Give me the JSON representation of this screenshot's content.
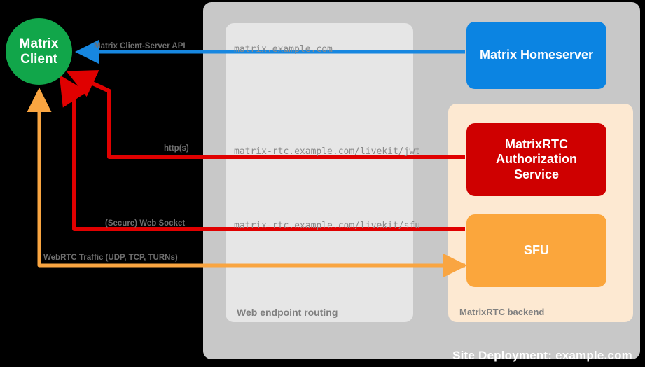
{
  "diagram": {
    "title": "Site Deployment: example.com",
    "colors": {
      "background": "#000000",
      "site_container": "#c8c8c8",
      "routing_container": "#e6e6e6",
      "backend_container": "#fde9d2",
      "client": "#11a64a",
      "homeserver": "#0b84e2",
      "auth_service": "#cf0000",
      "sfu": "#fba63c",
      "edge_blue": "#1787e0",
      "edge_red": "#e00000",
      "edge_orange": "#f9a541",
      "label_gray": "#6e6e6e"
    }
  },
  "containers": {
    "site": {
      "label": "Site Deployment: example.com"
    },
    "routing": {
      "label": "Web endpoint routing"
    },
    "backend": {
      "label": "MatrixRTC backend"
    }
  },
  "nodes": {
    "client": {
      "line1": "Matrix",
      "line2": "Client"
    },
    "homeserver": {
      "label": "Matrix Homeserver"
    },
    "auth_service": {
      "line1": "MatrixRTC",
      "line2": "Authorization",
      "line3": "Service"
    },
    "sfu": {
      "label": "SFU"
    }
  },
  "edges": [
    {
      "id": "cs-api",
      "protocol_label": "Matrix Client-Server API",
      "endpoint": "matrix.example.com",
      "color": "#1787e0",
      "from": "homeserver",
      "to": "client"
    },
    {
      "id": "jwt",
      "protocol_label": "http(s)",
      "endpoint": "matrix-rtc.example.com/livekit/jwt",
      "color": "#e00000",
      "from": "auth_service",
      "to": "client"
    },
    {
      "id": "websocket",
      "protocol_label": "(Secure) Web Socket",
      "endpoint": "matrix-rtc.example.com/livekit/sfu",
      "color": "#e00000",
      "from": "sfu",
      "to": "client"
    },
    {
      "id": "webrtc",
      "protocol_label": "WebRTC Traffic (UDP, TCP, TURNs)",
      "endpoint": "",
      "color": "#f9a541",
      "from": "sfu",
      "to": "client"
    }
  ]
}
